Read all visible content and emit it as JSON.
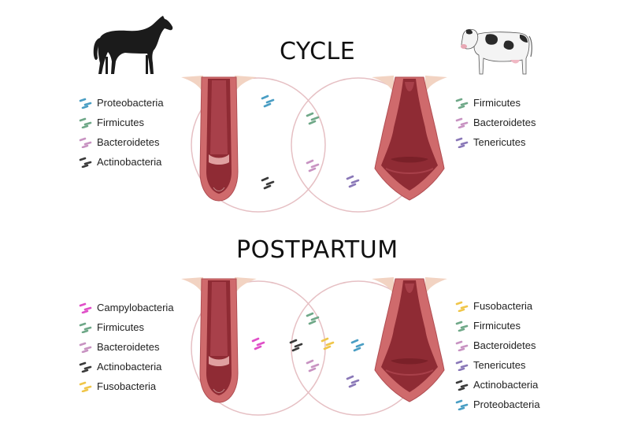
{
  "colors": {
    "Proteobacteria": "#4a9ec4",
    "Firmicutes": "#6fa888",
    "Bacteroidetes": "#c893c2",
    "Actinobacteria": "#3a3a3a",
    "Tenericutes": "#8a78b8",
    "Campylobacteria": "#e04fc8",
    "Fusobacteria": "#f0c64a"
  },
  "icons": {
    "horse": "horse-silhouette-icon",
    "cow": "cow-icon"
  },
  "cycle": {
    "title": "CYCLE",
    "horse_legend": [
      {
        "label": "Proteobacteria"
      },
      {
        "label": "Firmicutes"
      },
      {
        "label": "Bacteroidetes"
      },
      {
        "label": "Actinobacteria"
      }
    ],
    "cow_legend": [
      {
        "label": "Firmicutes"
      },
      {
        "label": "Bacteroidetes"
      },
      {
        "label": "Tenericutes"
      }
    ]
  },
  "postpartum": {
    "title": "POSTPARTUM",
    "horse_legend": [
      {
        "label": "Campylobacteria"
      },
      {
        "label": "Firmicutes"
      },
      {
        "label": "Bacteroidetes"
      },
      {
        "label": "Actinobacteria"
      },
      {
        "label": "Fusobacteria"
      }
    ],
    "cow_legend": [
      {
        "label": "Fusobacteria"
      },
      {
        "label": "Firmicutes"
      },
      {
        "label": "Bacteroidetes"
      },
      {
        "label": "Tenericutes"
      },
      {
        "label": "Actinobacteria"
      },
      {
        "label": "Proteobacteria"
      }
    ]
  }
}
